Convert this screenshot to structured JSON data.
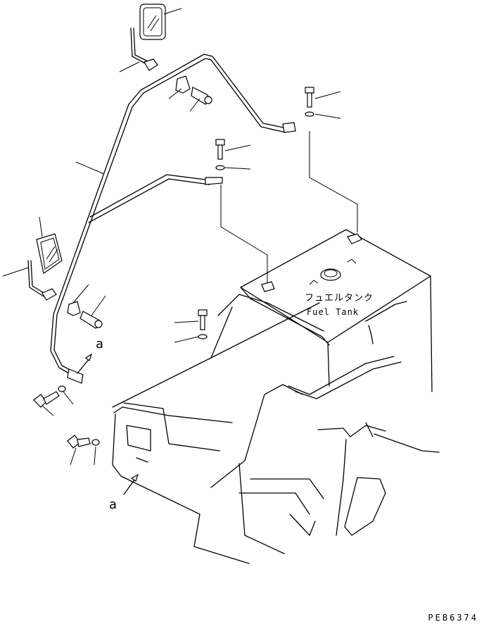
{
  "labels": {
    "fuel_tank_jp": "フュエルタンク",
    "fuel_tank_en": "Fuel Tank",
    "ref_a_top": "a",
    "ref_a_bottom": "a",
    "drawing_code": "PEB6374"
  }
}
